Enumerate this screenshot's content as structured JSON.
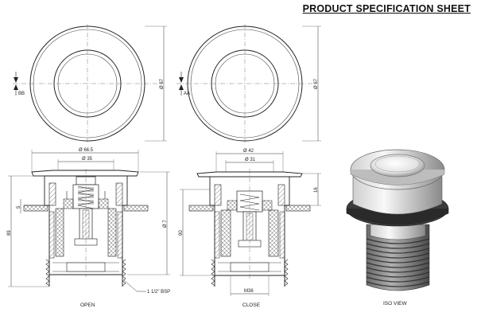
{
  "header": {
    "title": "PRODUCT SPECIFICATION SHEET"
  },
  "top_views": {
    "left": {
      "section_mark": "BB",
      "diameter": "Ø 67"
    },
    "right": {
      "section_mark": "AA",
      "diameter": "Ø 67"
    }
  },
  "open_view": {
    "label": "OPEN",
    "dim_outer": "Ø 66.5",
    "dim_inner": "Ø 35",
    "dim_small": "5",
    "dim_height": "89",
    "dim_height_right": "Ø 7",
    "thread_callout": "1 1/2\" BSP"
  },
  "close_view": {
    "label": "CLOSE",
    "dim_outer": "Ø 42",
    "dim_inner": "Ø 31",
    "dim_right": "16",
    "dim_height": "90",
    "dim_bottom": "M36"
  },
  "iso_view": {
    "label": "ISO VIEW"
  },
  "colors": {
    "line": "#222222",
    "hatch": "#555555",
    "metal_dark": "#444444",
    "metal_light": "#e6e6e6"
  }
}
